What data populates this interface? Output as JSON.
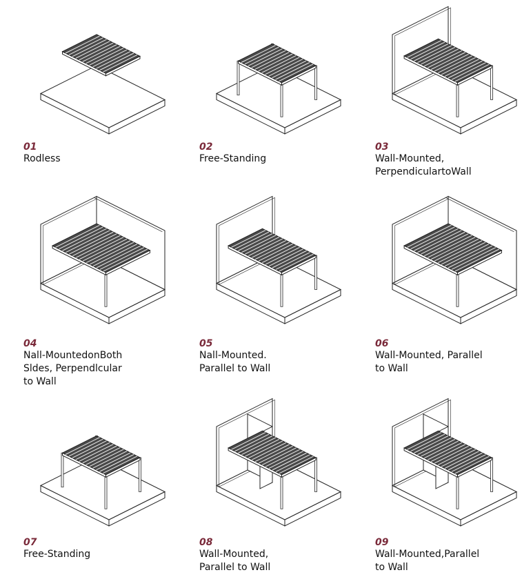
{
  "items": [
    {
      "num": "01",
      "label": "Rodless",
      "walls": [],
      "posts": 0
    },
    {
      "num": "02",
      "label": "Free-Standing",
      "walls": [],
      "posts": 4
    },
    {
      "num": "03",
      "label": "Wall-Mounted,\nPerpendiculartoWall",
      "walls": [
        "left"
      ],
      "posts": 2
    },
    {
      "num": "04",
      "label": "Nall-MountedonBoth\nSldes, Perpendlcular\nto Wall",
      "walls": [
        "left",
        "right"
      ],
      "posts": 1
    },
    {
      "num": "05",
      "label": "Nall-Mounted.\nParallel to Wall",
      "walls": [
        "left"
      ],
      "posts": 2
    },
    {
      "num": "06",
      "label": "Wall-Mounted, Parallel\nto Wall",
      "walls": [
        "left",
        "right"
      ],
      "posts": 1
    },
    {
      "num": "07",
      "label": "Free-Standing",
      "walls": [],
      "posts": 4
    },
    {
      "num": "08",
      "label": "Wall-Mounted,\nParallel to Wall",
      "walls": [
        "left",
        "stepped"
      ],
      "posts": 2
    },
    {
      "num": "09",
      "label": "Wall-Mounted,Parallel\nto Wall",
      "walls": [
        "left",
        "stepped"
      ],
      "posts": 2
    }
  ],
  "colors": {
    "number": "#7a2a3a",
    "line": "#222222",
    "slat": "#4a4a4a"
  }
}
